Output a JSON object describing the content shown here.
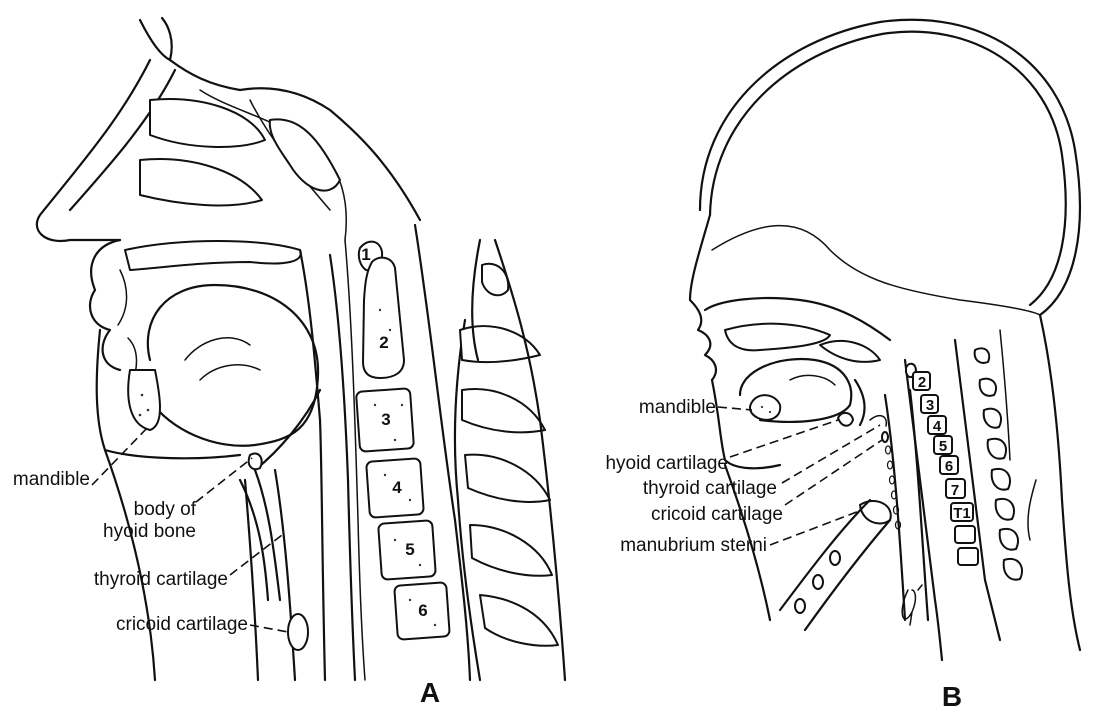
{
  "panel_a": {
    "letter": "A",
    "labels": {
      "mandible": "mandible",
      "body_of": "body of",
      "hyoid_bone": "hyoid bone",
      "thyroid_cartilage": "thyroid cartilage",
      "cricoid_cartilage": "cricoid cartilage"
    },
    "vertebrae": [
      "1",
      "2",
      "3",
      "4",
      "5",
      "6"
    ]
  },
  "panel_b": {
    "letter": "B",
    "labels": {
      "mandible": "mandible",
      "hyoid_cartilage": "hyoid cartilage",
      "thyroid_cartilage": "thyroid cartilage",
      "cricoid_cartilage": "cricoid cartilage",
      "manubrium_sterni": "manubrium sterni"
    },
    "vertebrae": [
      "2",
      "3",
      "4",
      "5",
      "6",
      "7",
      "T1"
    ]
  }
}
